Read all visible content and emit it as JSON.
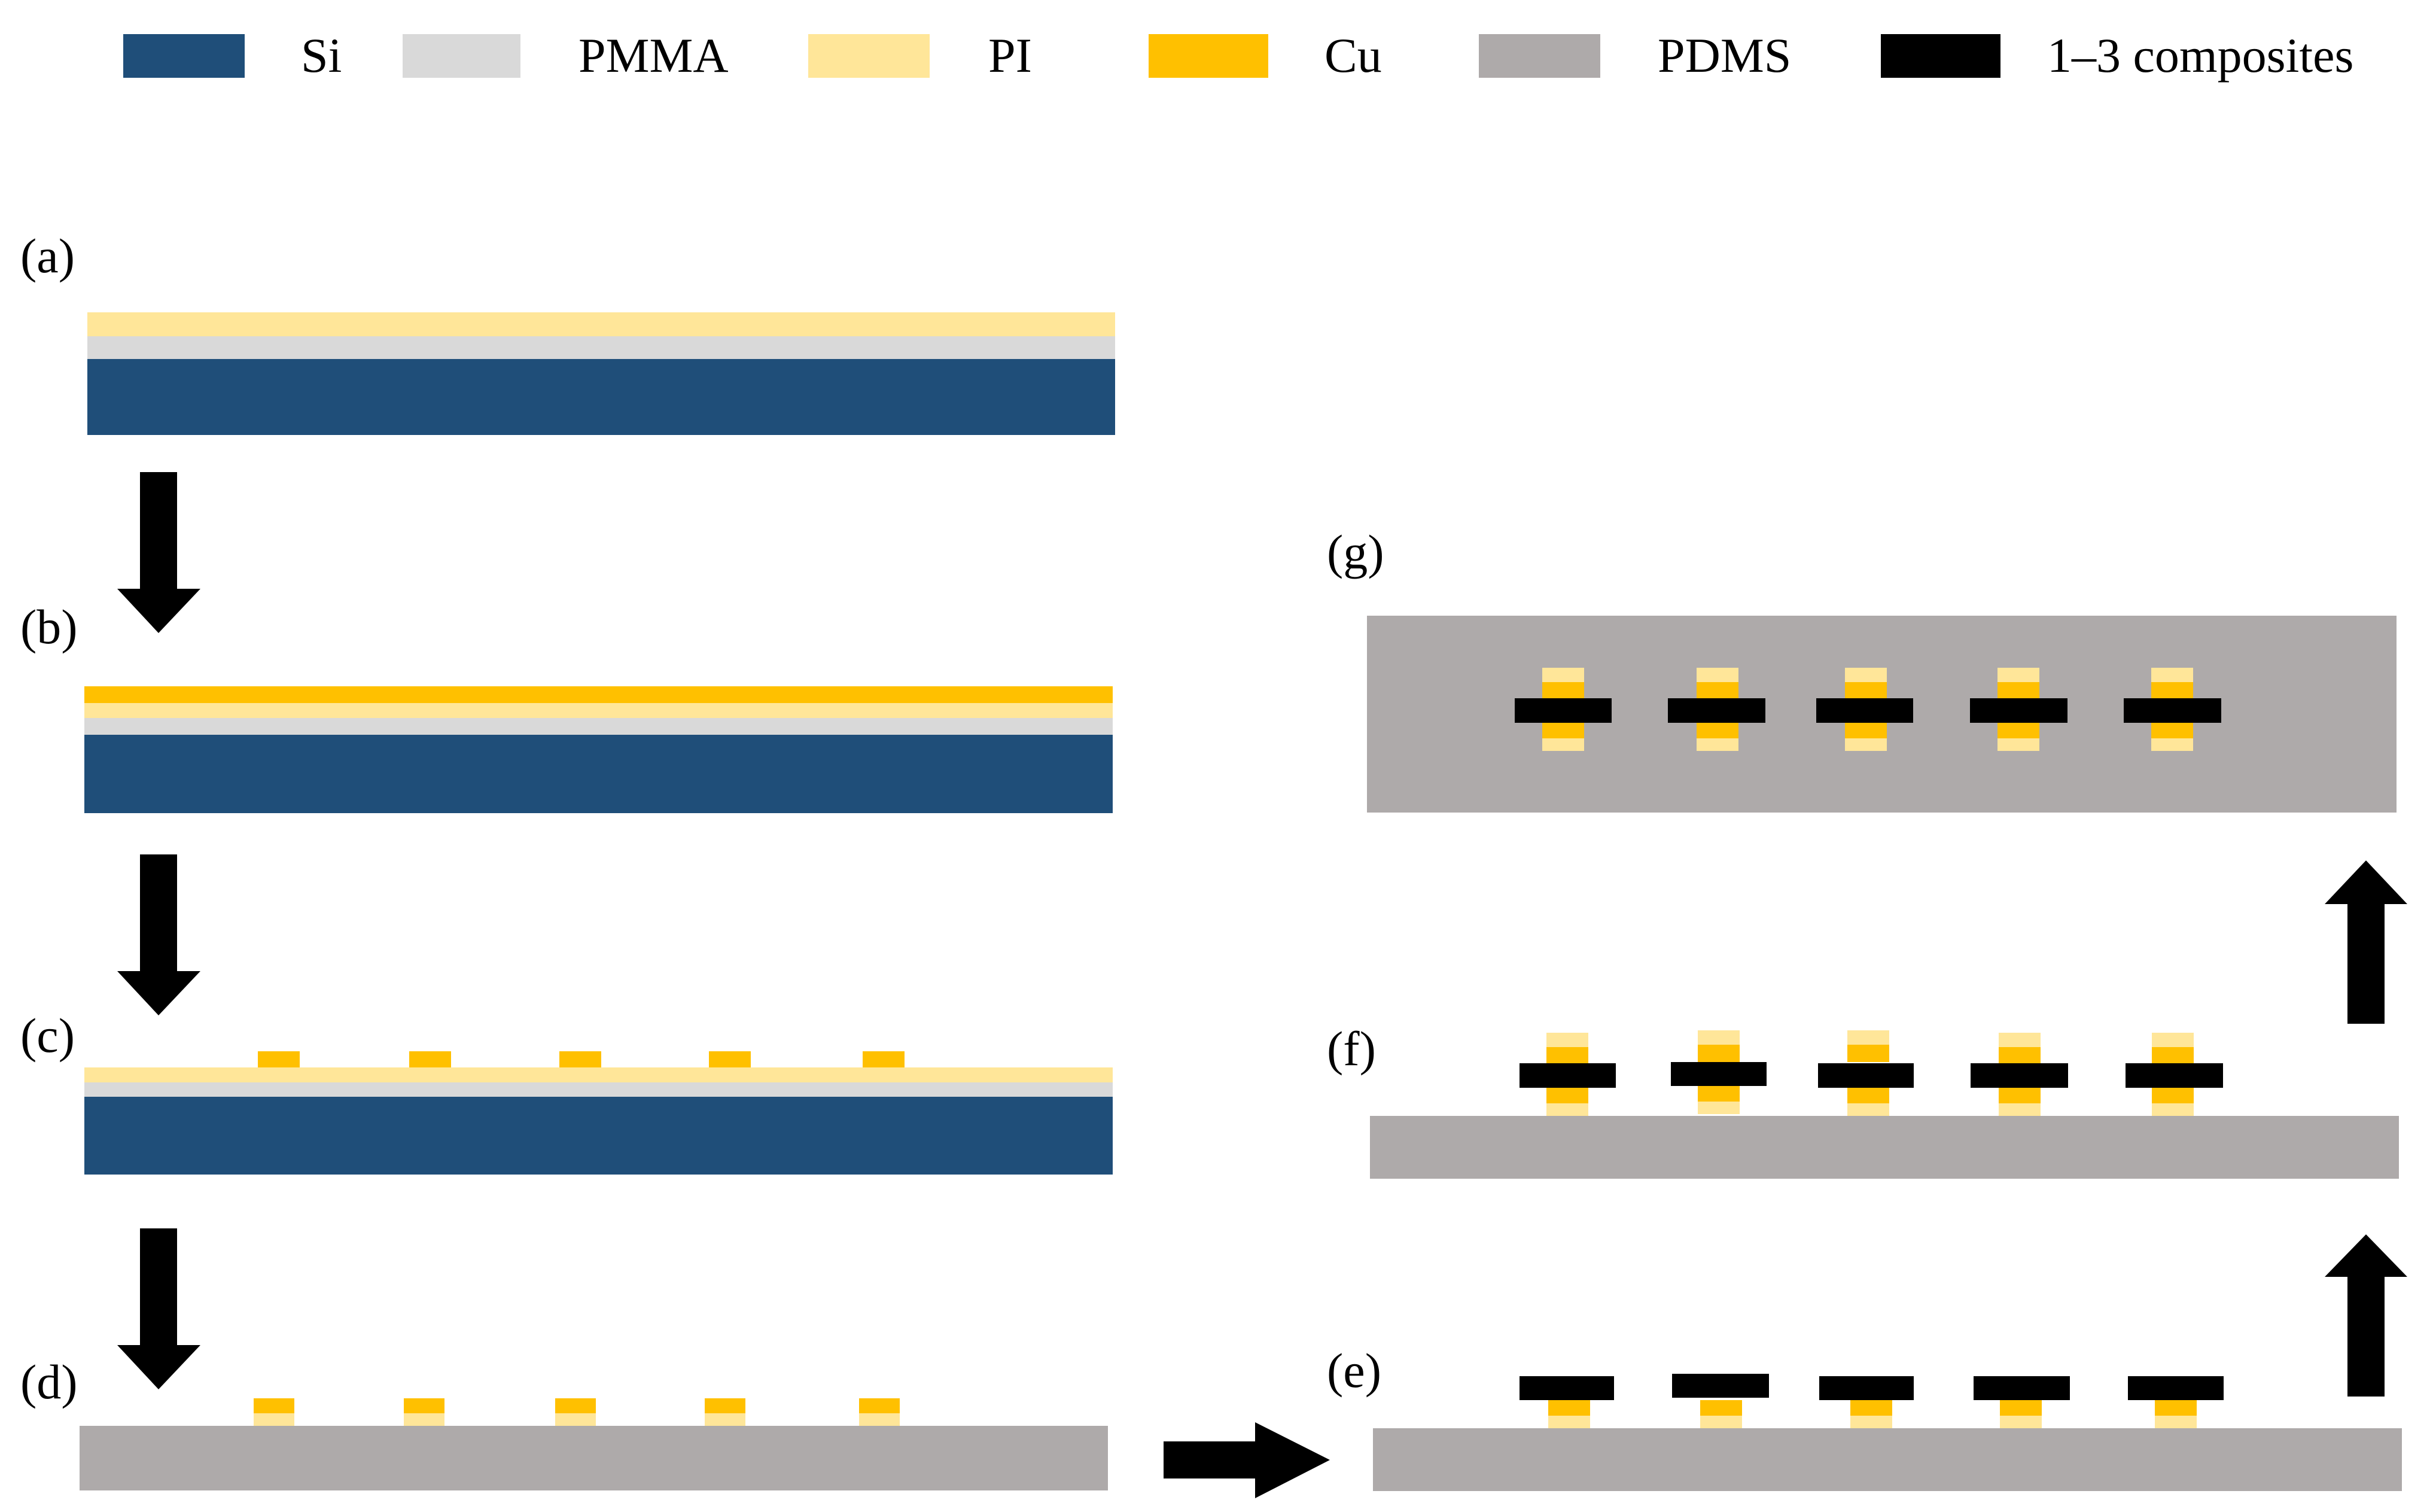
{
  "legend": [
    {
      "key": "si",
      "label": "Si",
      "color": "#1F4E79"
    },
    {
      "key": "pmma",
      "label": "PMMA",
      "color": "#D9D9D9"
    },
    {
      "key": "pi",
      "label": "PI",
      "color": "#FFE699"
    },
    {
      "key": "cu",
      "label": "Cu",
      "color": "#FFC000"
    },
    {
      "key": "pdms",
      "label": "PDMS",
      "color": "#AEAAAA"
    },
    {
      "key": "composite",
      "label": "1–3 composites",
      "color": "#000000"
    }
  ],
  "panels": {
    "a": "(a)",
    "b": "(b)",
    "c": "(c)",
    "d": "(d)",
    "e": "(e)",
    "f": "(f)",
    "g": "(g)"
  },
  "arrow_color": "#000000"
}
